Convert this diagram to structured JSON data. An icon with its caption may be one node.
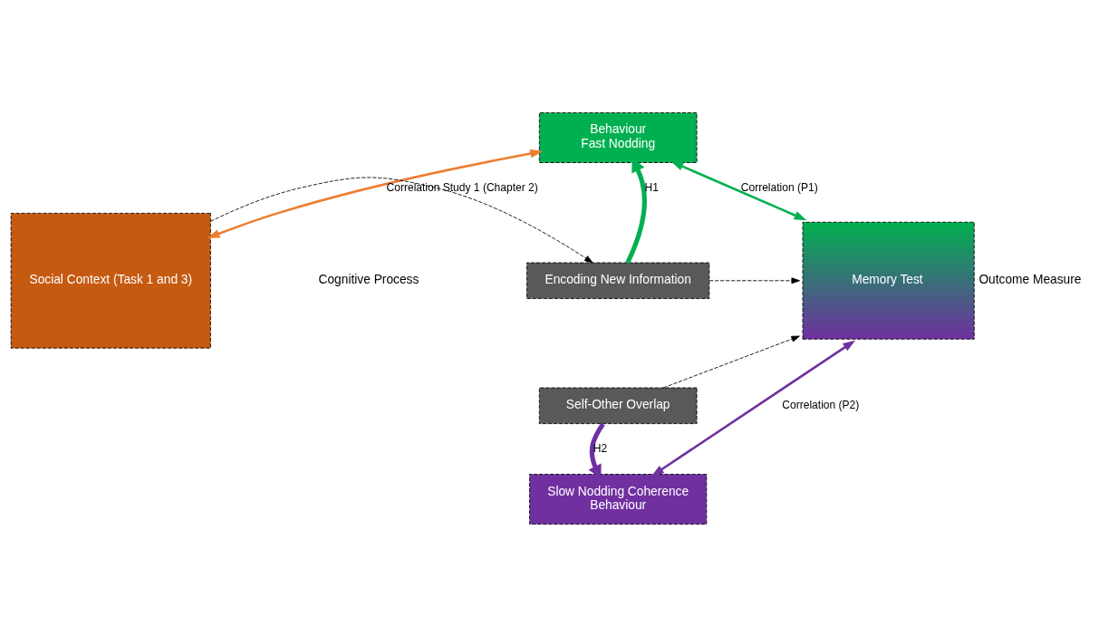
{
  "diagram": {
    "nodes": [
      {
        "text": [
          "Behaviour",
          "Fast Nodding"
        ]
      },
      {
        "text": [
          "Social Context (Task 1 and 3)"
        ]
      },
      {
        "text": [
          "Encoding New Information"
        ]
      },
      {
        "text": [
          "Self-Other Overlap"
        ]
      },
      {
        "text": [
          "Memory Test"
        ],
        "beside": [
          "Outcome Measure"
        ]
      },
      {
        "text": [
          "Slow Nodding Coherence",
          "Behaviour"
        ]
      }
    ],
    "edges": [
      {
        "from": 1,
        "to": 0,
        "arrow": "both",
        "label": "Correlation Study 1 (Chapter 2)",
        "color": "#ed7d31"
      },
      {
        "from": 4,
        "to": 0,
        "arrow": "both",
        "label": "Correlation (P1)",
        "color": "#00b050"
      },
      {
        "from": 1,
        "to": 2,
        "arrow": "to",
        "style": "dashed"
      },
      {
        "from": 2,
        "to": 4,
        "arrow": "to",
        "style": "dashed"
      },
      {
        "from": 3,
        "to": 4,
        "arrow": "to",
        "style": "dashed"
      },
      {
        "from": 2,
        "to": 0,
        "arrow": "to",
        "label": "H1",
        "style": "thick",
        "color": "#00b050"
      },
      {
        "from": 3,
        "to": 5,
        "arrow": "to",
        "label": "H2",
        "style": "thick",
        "color": "#7030a0"
      },
      {
        "from": 4,
        "to": 5,
        "arrow": "both",
        "label": "Correlation (P2)",
        "color": "#7030a0"
      }
    ],
    "labels": [
      "Cognitive Process"
    ]
  }
}
